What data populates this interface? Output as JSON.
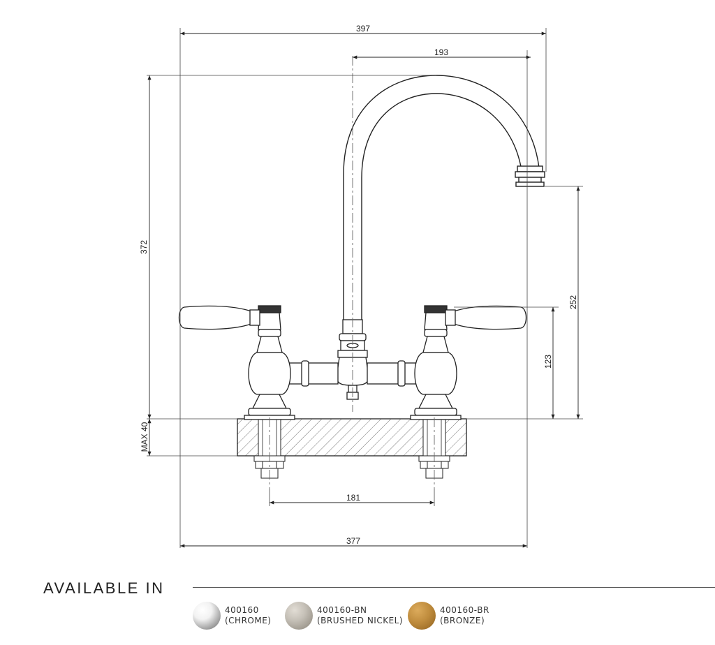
{
  "dimensions": {
    "overall_width": "397",
    "spout_reach": "193",
    "overall_height": "372",
    "spout_outlet_height": "252",
    "handle_height": "123",
    "max_deck_thickness": "MAX 40",
    "tap_centres": "181",
    "base_width": "377"
  },
  "available": {
    "title": "AVAILABLE IN",
    "finishes": [
      {
        "code": "400160",
        "name": "(CHROME)",
        "color": "#d9d9d9"
      },
      {
        "code": "400160-BN",
        "name": "(BRUSHED NICKEL)",
        "color": "#b9b3a9"
      },
      {
        "code": "400160-BR",
        "name": "(BRONZE)",
        "color": "#b8873a"
      }
    ]
  },
  "icons": {
    "chrome": "chrome-swatch-icon",
    "brushed_nickel": "brushed-nickel-swatch-icon",
    "bronze": "bronze-swatch-icon"
  }
}
